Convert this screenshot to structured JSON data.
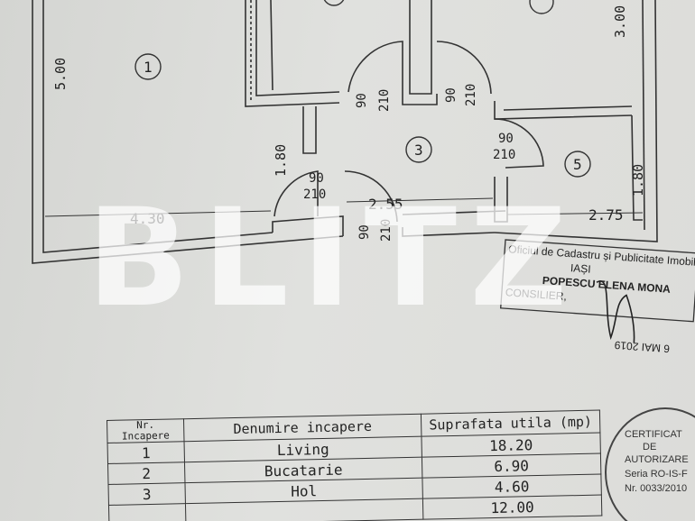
{
  "plan": {
    "dims": {
      "d500": "5.00",
      "d300": "3.00",
      "d180a": "1.80",
      "d180b": "1.80",
      "d430": "4.30",
      "d255": "2.55",
      "d275": "2.75"
    },
    "doors": {
      "d1a": "90",
      "d1b": "210",
      "d2a": "90",
      "d2b": "210",
      "d3a": "90",
      "d3b": "210",
      "d4a": "90",
      "d4b": "210",
      "d5a": "90",
      "d5b": "210"
    },
    "rooms": {
      "r1": "1",
      "r3": "3",
      "r5": "5"
    }
  },
  "stamp": {
    "office": "Oficiul de Cadastru și Publicitate Imobiliară",
    "office_short": "IAȘI",
    "name": "POPESCU ELENA MONA",
    "role": "CONSILIER,",
    "date": "6 MAI 2019"
  },
  "watermark": "BLITZ",
  "table": {
    "headers": {
      "nr": "Nr. Incapere",
      "name": "Denumire incapere",
      "area": "Suprafata utila (mp)"
    },
    "rows": [
      {
        "nr": "1",
        "name": "Living",
        "area": "18.20"
      },
      {
        "nr": "2",
        "name": "Bucatarie",
        "area": "6.90"
      },
      {
        "nr": "3",
        "name": "Hol",
        "area": "4.60"
      },
      {
        "nr": "",
        "name": "",
        "area": "12.00"
      }
    ]
  },
  "certificate": {
    "l1": "CERTIFICAT",
    "l2": "DE",
    "l3": "AUTORIZARE",
    "l4": "Seria RO-IS-F",
    "l5": "Nr. 0033/2010"
  }
}
